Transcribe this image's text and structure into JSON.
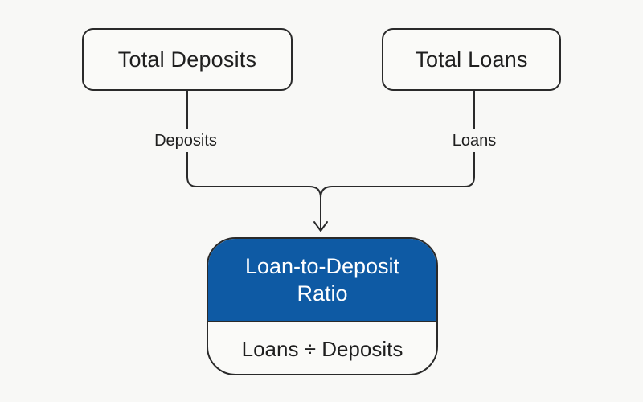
{
  "nodes": {
    "deposits": {
      "label": "Total Deposits"
    },
    "loans": {
      "label": "Total Loans"
    },
    "result": {
      "title_line1": "Loan-to-Deposit",
      "title_line2": "Ratio",
      "formula": "Loans ÷ Deposits"
    }
  },
  "edges": {
    "deposits_label": "Deposits",
    "loans_label": "Loans"
  },
  "colors": {
    "accent": "#0e5aa4",
    "stroke": "#2a2a2a",
    "background": "#f8f8f6"
  }
}
